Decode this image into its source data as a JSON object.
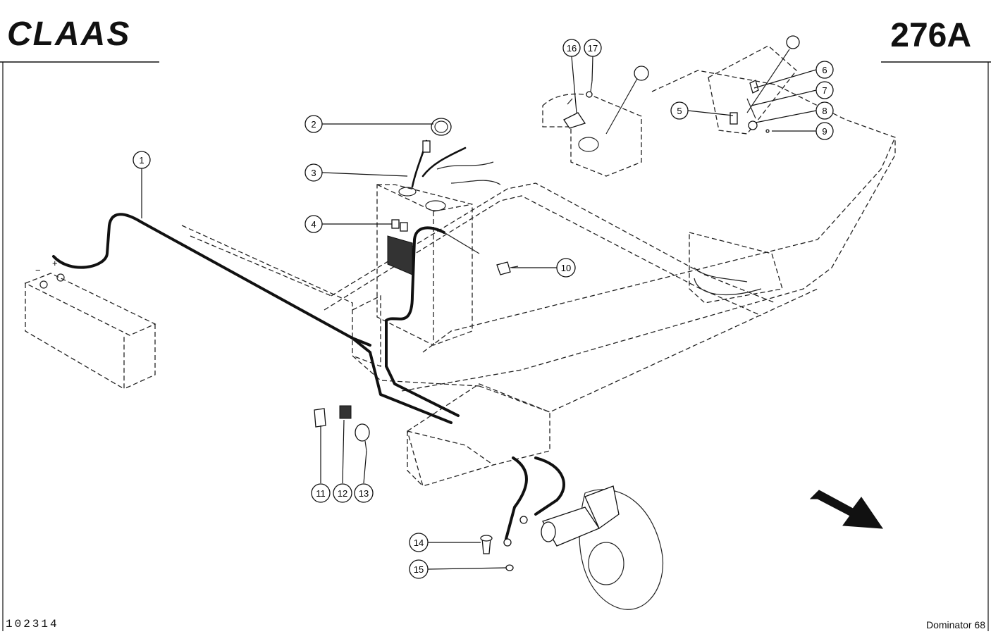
{
  "header": {
    "brand": "CLAAS",
    "page_number": "276A"
  },
  "footer": {
    "drawing_number": "102314",
    "model": "Dominator 68"
  },
  "battery": {
    "minus_label": "−",
    "plus_label": "+"
  },
  "callouts": [
    {
      "id": "1",
      "label": "1"
    },
    {
      "id": "2",
      "label": "2"
    },
    {
      "id": "3",
      "label": "3"
    },
    {
      "id": "4",
      "label": "4"
    },
    {
      "id": "5",
      "label": "5"
    },
    {
      "id": "6",
      "label": "6"
    },
    {
      "id": "7",
      "label": "7"
    },
    {
      "id": "8",
      "label": "8"
    },
    {
      "id": "9",
      "label": "9"
    },
    {
      "id": "10",
      "label": "10"
    },
    {
      "id": "11",
      "label": "11"
    },
    {
      "id": "12",
      "label": "12"
    },
    {
      "id": "13",
      "label": "13"
    },
    {
      "id": "14",
      "label": "14"
    },
    {
      "id": "15",
      "label": "15"
    },
    {
      "id": "16",
      "label": "16"
    },
    {
      "id": "17",
      "label": "17"
    }
  ]
}
